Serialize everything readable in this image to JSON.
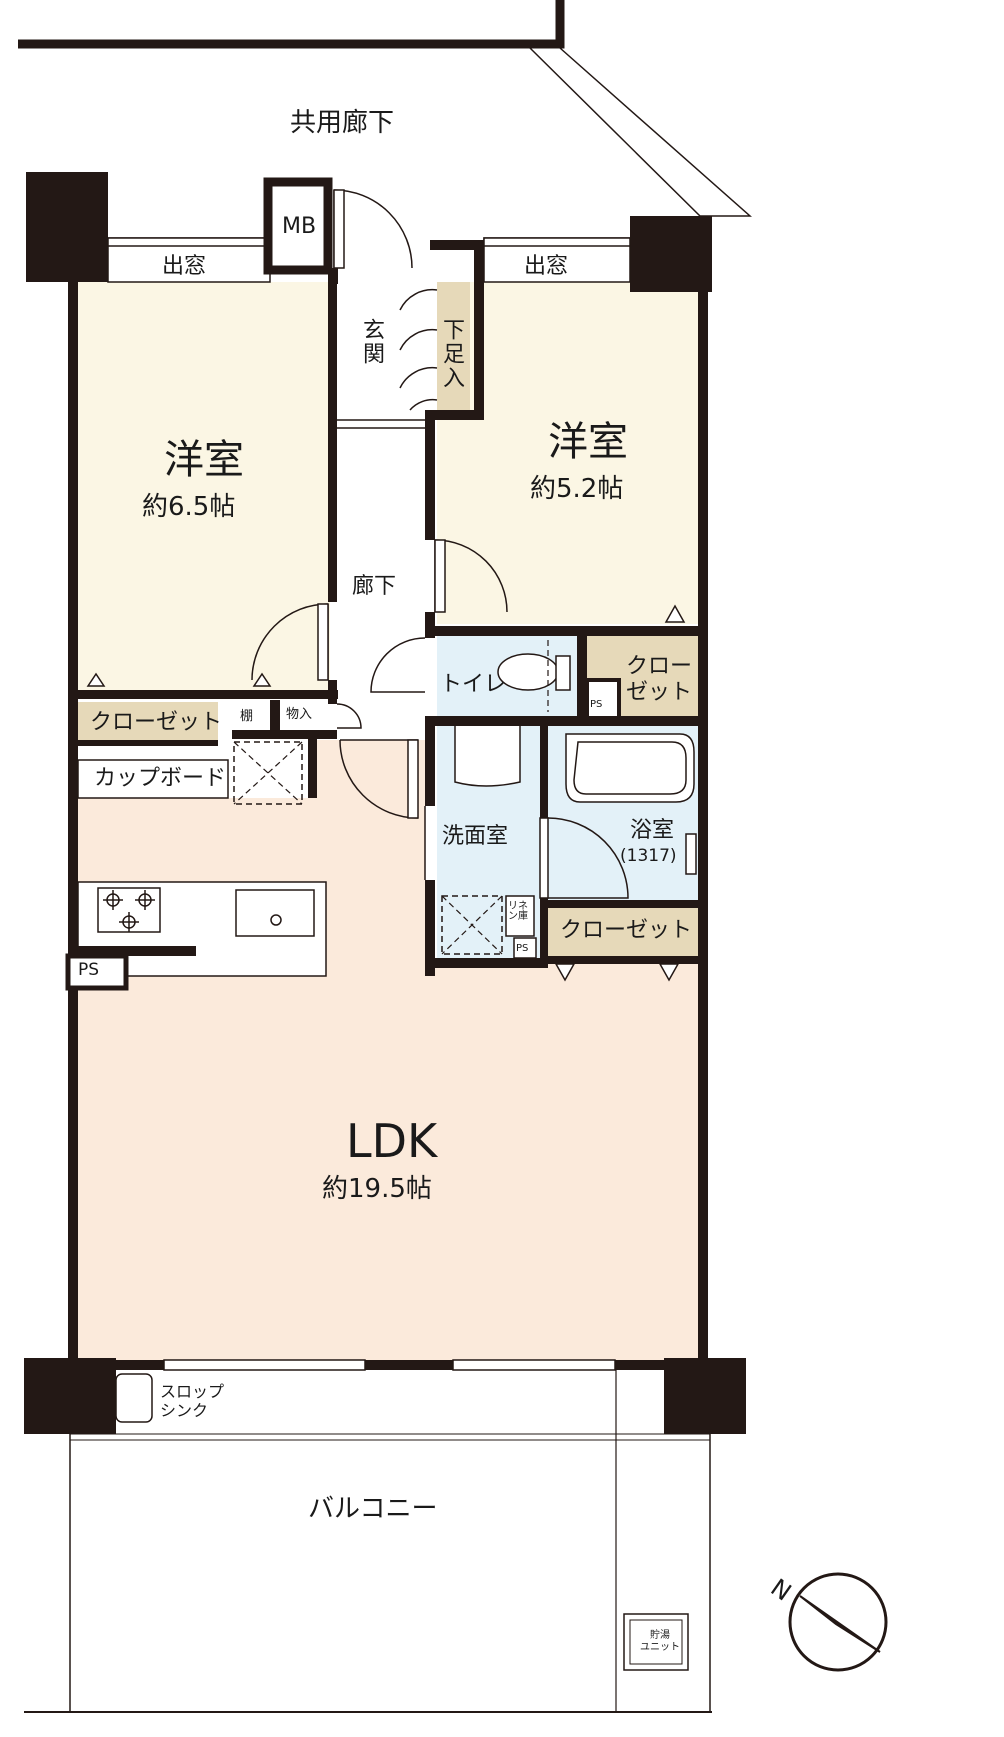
{
  "plan": {
    "corridor": "共用廊下",
    "mb": "MB",
    "bay_window_left": "出窓",
    "bay_window_right": "出窓",
    "entrance": "玄関",
    "shoe_storage": "下足入",
    "room_west": {
      "name": "洋室",
      "size": "約6.5帖"
    },
    "room_east": {
      "name": "洋室",
      "size": "約5.2帖"
    },
    "hallway": "廊下",
    "toilet": "トイレ",
    "closet_small": "クロー\nゼット",
    "ps_toilet": "PS",
    "closet_left": "クローゼット",
    "shelf": "棚",
    "storage": "物入",
    "cupboard": "カップボード",
    "washroom": "洗面室",
    "linen": "リネン庫",
    "ps_wash": "PS",
    "bathroom": "浴室",
    "bath_size": "(1317)",
    "closet_bath": "クローゼット",
    "ps_kitchen": "PS",
    "ldk": {
      "name": "LDK",
      "size": "約19.5帖"
    },
    "slop_sink": "スロップ\nシンク",
    "balcony": "バルコニー",
    "water_heater": "貯湯\nユニット",
    "north": "N"
  },
  "colors": {
    "wall": "#231815",
    "room_west": "#fbf6e4",
    "room_east": "#fbf6e4",
    "ldk": "#fbeadb",
    "wet": "#e3f1f8",
    "storage": "#e6d9b9",
    "floor_white": "#ffffff"
  }
}
